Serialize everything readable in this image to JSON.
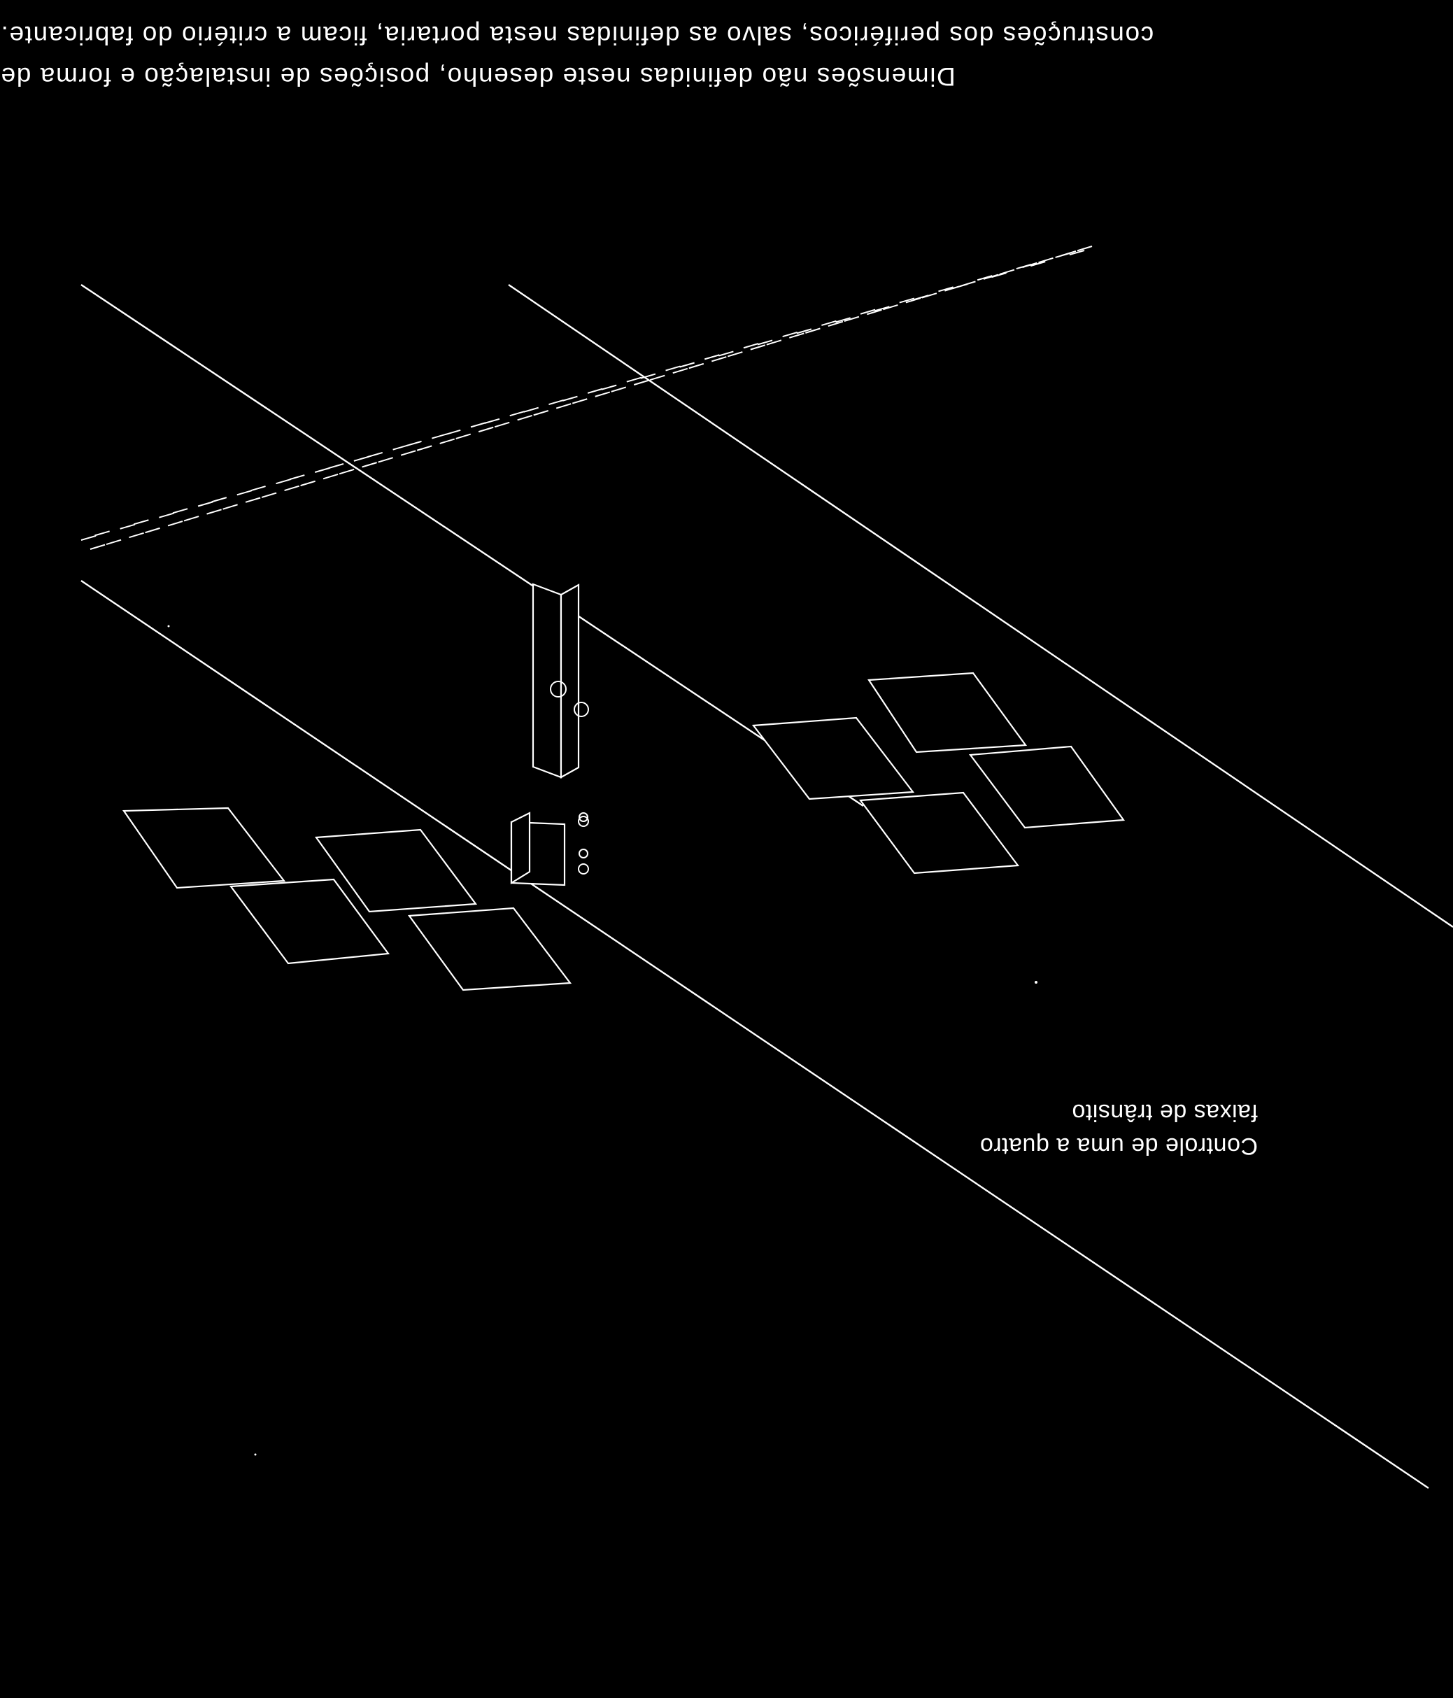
{
  "note": {
    "line1": "Dimensões não definidas neste desenho, posições de instalação e forma de",
    "line2": "construções dos periféricos, salvo as definidas nesta portaria, ficam a critério do fabricante."
  },
  "caption": {
    "line1": "Controle de uma a quatro",
    "line2": "faixas de trânsito"
  },
  "orientation": "rotated 180 degrees (upside down)",
  "colors": {
    "background": "#000000",
    "lines": "#ffffff"
  }
}
